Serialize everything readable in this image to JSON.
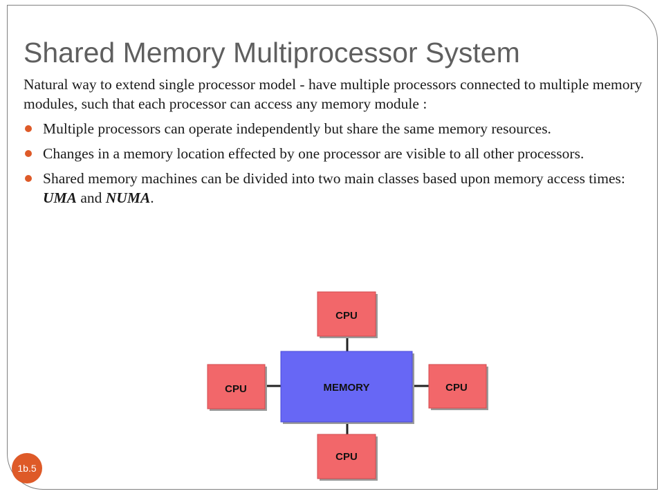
{
  "slide": {
    "title": "Shared Memory Multiprocessor System",
    "intro": "Natural way to extend single processor model - have multiple processors connected to multiple memory modules, such that each processor can access any memory module :",
    "bullets": [
      "Multiple processors can operate independently but share the same memory resources.",
      "Changes in a memory location effected by one processor are visible to all other processors."
    ],
    "bullet3": {
      "prefix": "Shared memory machines can be divided into two main classes based upon memory access times: ",
      "uma": "UMA",
      "middle": " and ",
      "numa": "NUMA",
      "suffix": "."
    },
    "number": "1b.5"
  },
  "diagram": {
    "memory_label": "MEMORY",
    "cpu_top": "CPU",
    "cpu_left": "CPU",
    "cpu_right": "CPU",
    "cpu_bottom": "CPU"
  },
  "colors": {
    "accent": "#de5a28",
    "cpu_fill": "#f2676a",
    "memory_fill": "#6767f5",
    "title": "#5f5f5f"
  }
}
